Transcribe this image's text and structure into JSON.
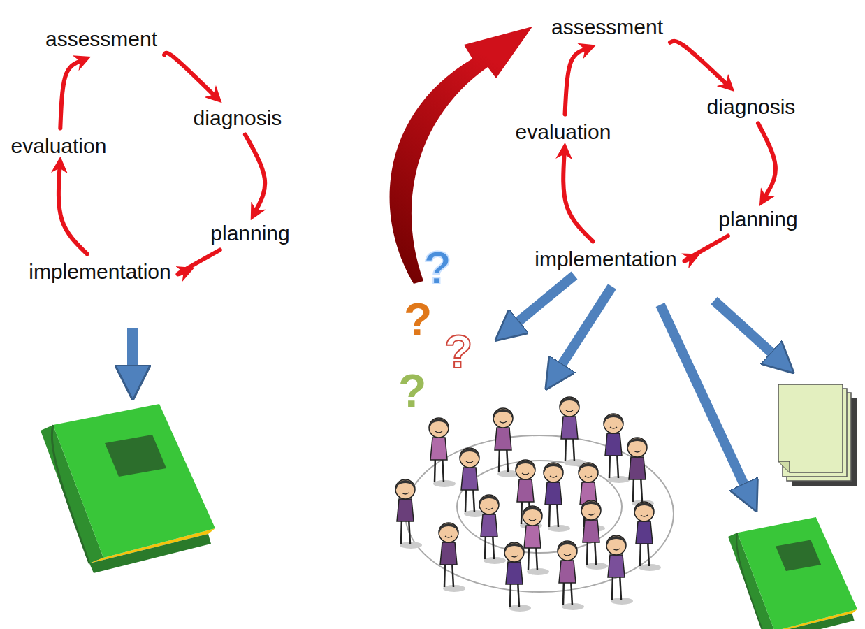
{
  "diagram": {
    "nodes": [
      {
        "text": [
          "assessment"
        ]
      },
      {
        "text": [
          "diagnosis"
        ]
      },
      {
        "text": [
          "planning"
        ]
      },
      {
        "text": [
          "implementation"
        ]
      },
      {
        "text": [
          "evaluation"
        ]
      },
      {
        "text": [
          "assessment"
        ]
      },
      {
        "text": [
          "diagnosis"
        ]
      },
      {
        "text": [
          "planning"
        ]
      },
      {
        "text": [
          "implementation"
        ]
      },
      {
        "text": [
          "evaluation"
        ]
      }
    ],
    "edges": [
      {
        "from": 0,
        "to": 1,
        "arrow": "to"
      },
      {
        "from": 1,
        "to": 2,
        "arrow": "to"
      },
      {
        "from": 2,
        "to": 3,
        "arrow": "to"
      },
      {
        "from": 3,
        "to": 4,
        "arrow": "to"
      },
      {
        "from": 4,
        "to": 0,
        "arrow": "to"
      },
      {
        "from": 5,
        "to": 6,
        "arrow": "to"
      },
      {
        "from": 6,
        "to": 7,
        "arrow": "to"
      },
      {
        "from": 7,
        "to": 8,
        "arrow": "to"
      },
      {
        "from": 8,
        "to": 9,
        "arrow": "to"
      },
      {
        "from": 9,
        "to": 5,
        "arrow": "to"
      }
    ],
    "labels": [
      "?",
      "?",
      "?",
      "?"
    ]
  }
}
